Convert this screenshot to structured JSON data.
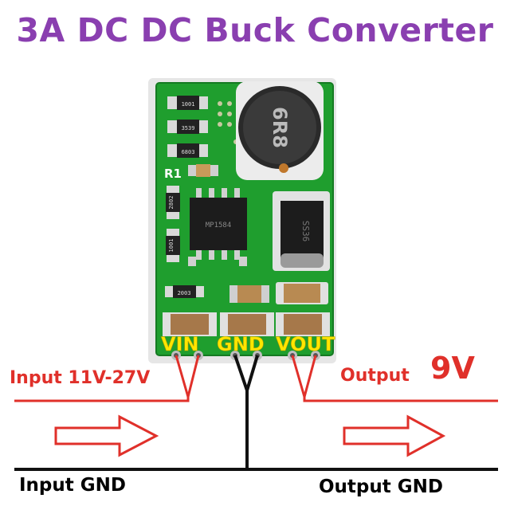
{
  "title": "3A DC DC Buck Converter",
  "labels": {
    "input_range": "Input 11V-27V",
    "output": "Output",
    "output_voltage": "9V",
    "input_gnd": "Input GND",
    "output_gnd": "Output GND"
  },
  "pins": {
    "vin": "VIN",
    "gnd": "GND",
    "vout": "VOUT"
  },
  "board_markings": {
    "r1": "R1",
    "res_1": "1001",
    "res_2": "3539",
    "res_3": "6803",
    "res_4": "2802",
    "res_5": "1001",
    "res_6": "2003",
    "inductor": "6R8",
    "ic": "MP1584",
    "diode": "SS36"
  },
  "colors": {
    "title": "#8a3fb0",
    "accent_red": "#e0302a",
    "pin_label": "#ffe600",
    "pcb_green": "#1f9e2e"
  }
}
